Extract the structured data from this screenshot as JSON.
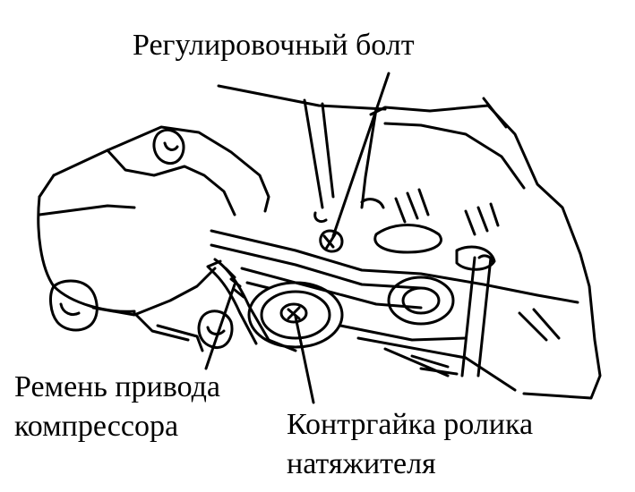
{
  "labels": {
    "adjusting_bolt": "Регулировочный болт",
    "belt_line1": "Ремень привода",
    "belt_line2": "компрессора",
    "locknut_line1": "Контргайка ролика",
    "locknut_line2": "натяжителя"
  },
  "colors": {
    "ink": "#000000",
    "background": "#ffffff"
  }
}
